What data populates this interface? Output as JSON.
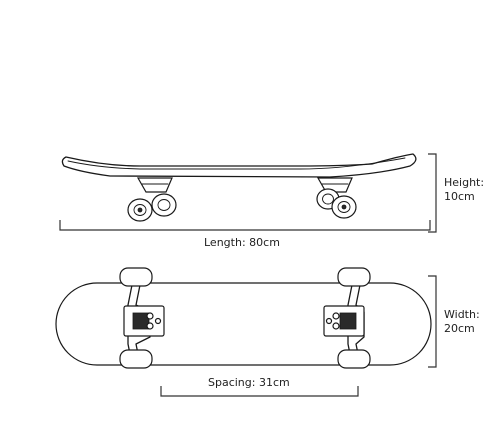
{
  "dimensions": {
    "height": "Height: 10cm",
    "length": "Length: 80cm",
    "width": "Width: 20cm",
    "spacing": "Spacing: 31cm"
  }
}
